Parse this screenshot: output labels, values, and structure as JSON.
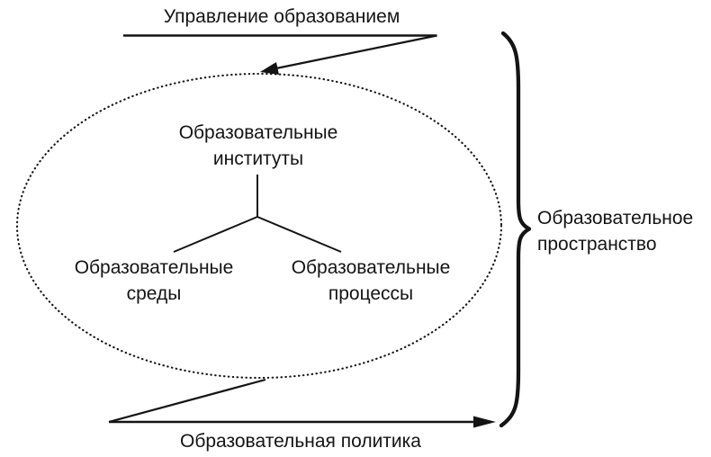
{
  "diagram": {
    "colors": {
      "ink": "#141414",
      "background": "#ffffff"
    },
    "top_flow_label": "Управление образованием",
    "bottom_flow_label": "Образовательная политика",
    "brace_label": {
      "line1": "Образовательное",
      "line2": "пространство"
    },
    "nodes": {
      "root": {
        "line1": "Образовательные",
        "line2": "институты"
      },
      "left": {
        "line1": "Образовательные",
        "line2": "среды"
      },
      "right": {
        "line1": "Образовательные",
        "line2": "процессы"
      }
    }
  }
}
